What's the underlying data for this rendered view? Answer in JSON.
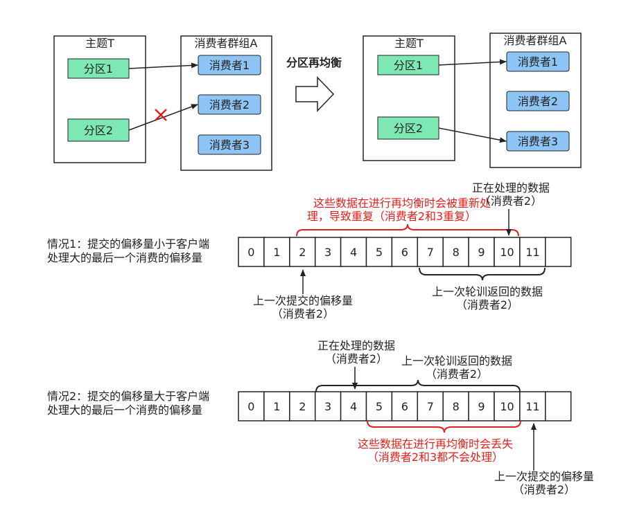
{
  "top": {
    "left_topic_title": "主题T",
    "left_group_title": "消费者群组A",
    "right_topic_title": "主题T",
    "right_group_title": "消费者群组A",
    "rebalance_label": "分区再均衡",
    "partitions": [
      "分区1",
      "分区2"
    ],
    "consumers": [
      "消费者1",
      "消费者2",
      "消费者3"
    ]
  },
  "colors": {
    "partition_fill": "#7de8b3",
    "consumer_fill": "#8ec4f6",
    "cross": "#e0201b",
    "red_text": "#e0201b"
  },
  "case1": {
    "desc_line1": "情况1：提交的偏移量小于客户端",
    "desc_line2": "处理大的最后一个消费的偏移量",
    "cells": [
      "0",
      "1",
      "2",
      "3",
      "4",
      "5",
      "6",
      "7",
      "8",
      "9",
      "10",
      "11",
      ""
    ],
    "dup_note_line1": "这些数据在进行再均衡时会被重新处",
    "dup_note_line2": "理，导致重复（消费者2和3重复）",
    "processing_line1": "正在处理的数据",
    "processing_line2": "（消费者2）",
    "last_poll_line1": "上一次轮训返回的数据",
    "last_poll_line2": "（消费者2）",
    "committed_line1": "上一次提交的偏移量",
    "committed_line2": "（消费者2）"
  },
  "case2": {
    "desc_line1": "情况2：提交的偏移量大于客户端",
    "desc_line2": "处理大的最后一个消费的偏移量",
    "cells": [
      "0",
      "1",
      "2",
      "3",
      "4",
      "5",
      "6",
      "7",
      "8",
      "9",
      "10",
      "11",
      ""
    ],
    "processing_line1": "正在处理的数据",
    "processing_line2": "（消费者2）",
    "last_poll_line1": "上一次轮训返回的数据",
    "last_poll_line2": "（消费者2）",
    "lost_note_line1": "这些数据在进行再均衡时会丢失",
    "lost_note_line2": "（消费者2和3都不会处理）",
    "committed_line1": "上一次提交的偏移量",
    "committed_line2": "（消费者2）"
  }
}
